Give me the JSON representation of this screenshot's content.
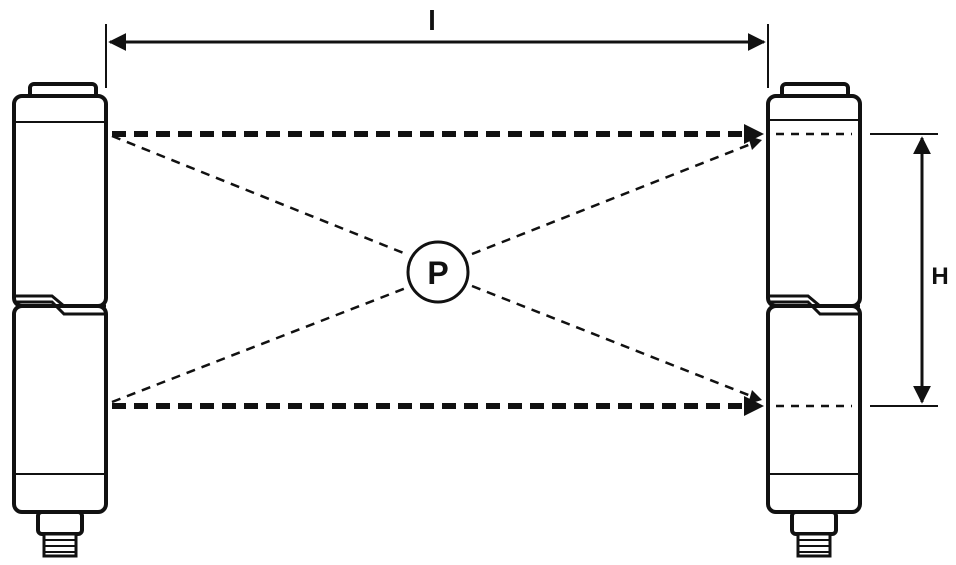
{
  "labels": {
    "length": "l",
    "height": "H",
    "point": "P"
  },
  "colors": {
    "stroke": "#111111",
    "background": "#ffffff"
  }
}
